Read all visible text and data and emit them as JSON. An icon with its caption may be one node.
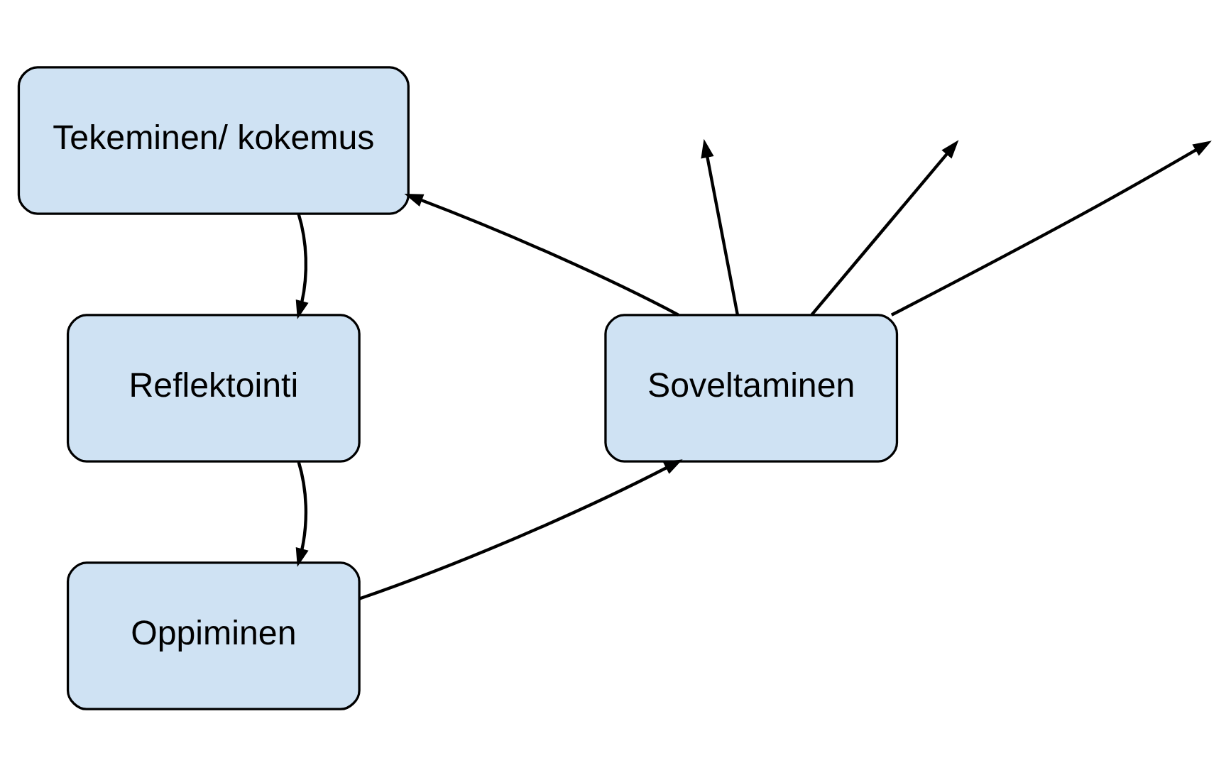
{
  "diagram": {
    "nodes": [
      {
        "text": [
          "Tekeminen/ kokemus"
        ]
      },
      {
        "text": [
          "Reflektointi"
        ]
      },
      {
        "text": [
          "Oppiminen"
        ]
      },
      {
        "text": [
          "Soveltaminen"
        ]
      }
    ],
    "edges": [
      {
        "from": 0,
        "to": 1,
        "arrow": "to"
      },
      {
        "from": 1,
        "to": 2,
        "arrow": "to"
      },
      {
        "from": 2,
        "to": 3,
        "arrow": "to"
      },
      {
        "from": 3,
        "to": 0,
        "arrow": "to"
      },
      {
        "from": 3,
        "to": null,
        "arrow": "to"
      },
      {
        "from": 3,
        "to": null,
        "arrow": "to"
      },
      {
        "from": 3,
        "to": null,
        "arrow": "to"
      }
    ]
  }
}
